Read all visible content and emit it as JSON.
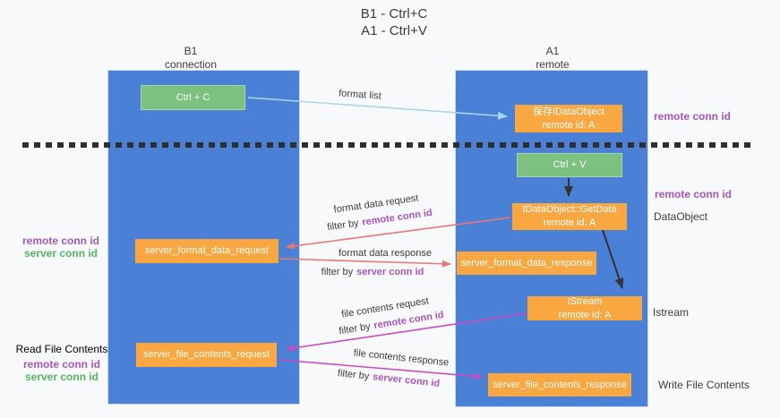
{
  "title": {
    "line1": "B1 - Ctrl+C",
    "line2": "A1 - Ctrl+V"
  },
  "columns": {
    "left": {
      "name": "B1",
      "role": "connection"
    },
    "right": {
      "name": "A1",
      "role": "remote"
    }
  },
  "nodes": {
    "ctrl_c": {
      "label": "Ctrl + C"
    },
    "save_dataobject": {
      "line1": "保存IDataObject",
      "line2": "remote id: A"
    },
    "ctrl_v": {
      "label": "Ctrl + V"
    },
    "getdata": {
      "line1": "IDataObject::GetData",
      "line2": "remote id: A"
    },
    "server_format_data_request": {
      "label": "server_format_data_request"
    },
    "server_format_data_response": {
      "label": "server_format_data_response"
    },
    "istream": {
      "line1": "IStream",
      "line2": "remote id: A"
    },
    "server_file_contents_request": {
      "label": "server_file_contents_request"
    },
    "server_file_contents_response": {
      "label": "server_file_contents_response"
    }
  },
  "arrows": {
    "format_list": {
      "label": "format list"
    },
    "format_data_request": {
      "label": "format data request",
      "filter_prefix": "filter by",
      "filter_value": "remote conn id"
    },
    "format_data_response": {
      "label": "format data response",
      "filter_prefix": "filter by",
      "filter_value": "server conn id"
    },
    "file_contents_request": {
      "label": "file contents request",
      "filter_prefix": "filter by",
      "filter_value": "remote conn id"
    },
    "file_contents_response": {
      "label": "file contents response",
      "filter_prefix": "filter by",
      "filter_value": "server conn id"
    }
  },
  "right_labels": {
    "remote_conn_top": "remote conn id",
    "remote_conn_mid": "remote conn id",
    "dataobject": "DataObject",
    "istream": "Istream",
    "write_file": "Write File Contents"
  },
  "left_labels": {
    "format": {
      "remote": "remote conn id",
      "server": "server conn id"
    },
    "file": {
      "heading": "Read File Contents",
      "remote": "remote conn id",
      "server": "server conn id"
    }
  },
  "colors": {
    "column_blue": "#4a80d5",
    "box_orange": "#f9a740",
    "box_green": "#7cc17f",
    "arrow_lightblue": "#a8d5f2",
    "arrow_red": "#e87878",
    "arrow_magenta": "#c84cc4",
    "arrow_black": "#333333",
    "text_purple": "#a855c0",
    "text_green": "#55b45e",
    "text_dark": "#3c3c3c"
  }
}
